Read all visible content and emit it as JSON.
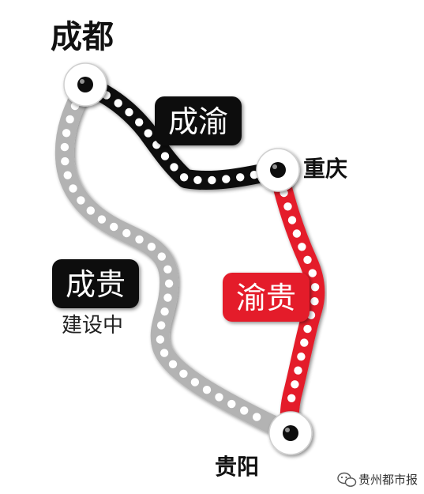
{
  "cities": {
    "chengdu": "成都",
    "chongqing": "重庆",
    "guiyang": "贵阳"
  },
  "lines": {
    "chengyu": {
      "label": "成渝",
      "color": "#111111",
      "dot_color": "#ffffff"
    },
    "yugui": {
      "label": "渝贵",
      "color": "#e41f2b",
      "dot_color": "#ffffff"
    },
    "chenggui": {
      "label": "成贵",
      "status": "建设中",
      "color": "#b3b3b3",
      "dot_color": "#ffffff"
    }
  },
  "watermark": {
    "icon": "wechat-icon",
    "text": "贵州都市报"
  }
}
